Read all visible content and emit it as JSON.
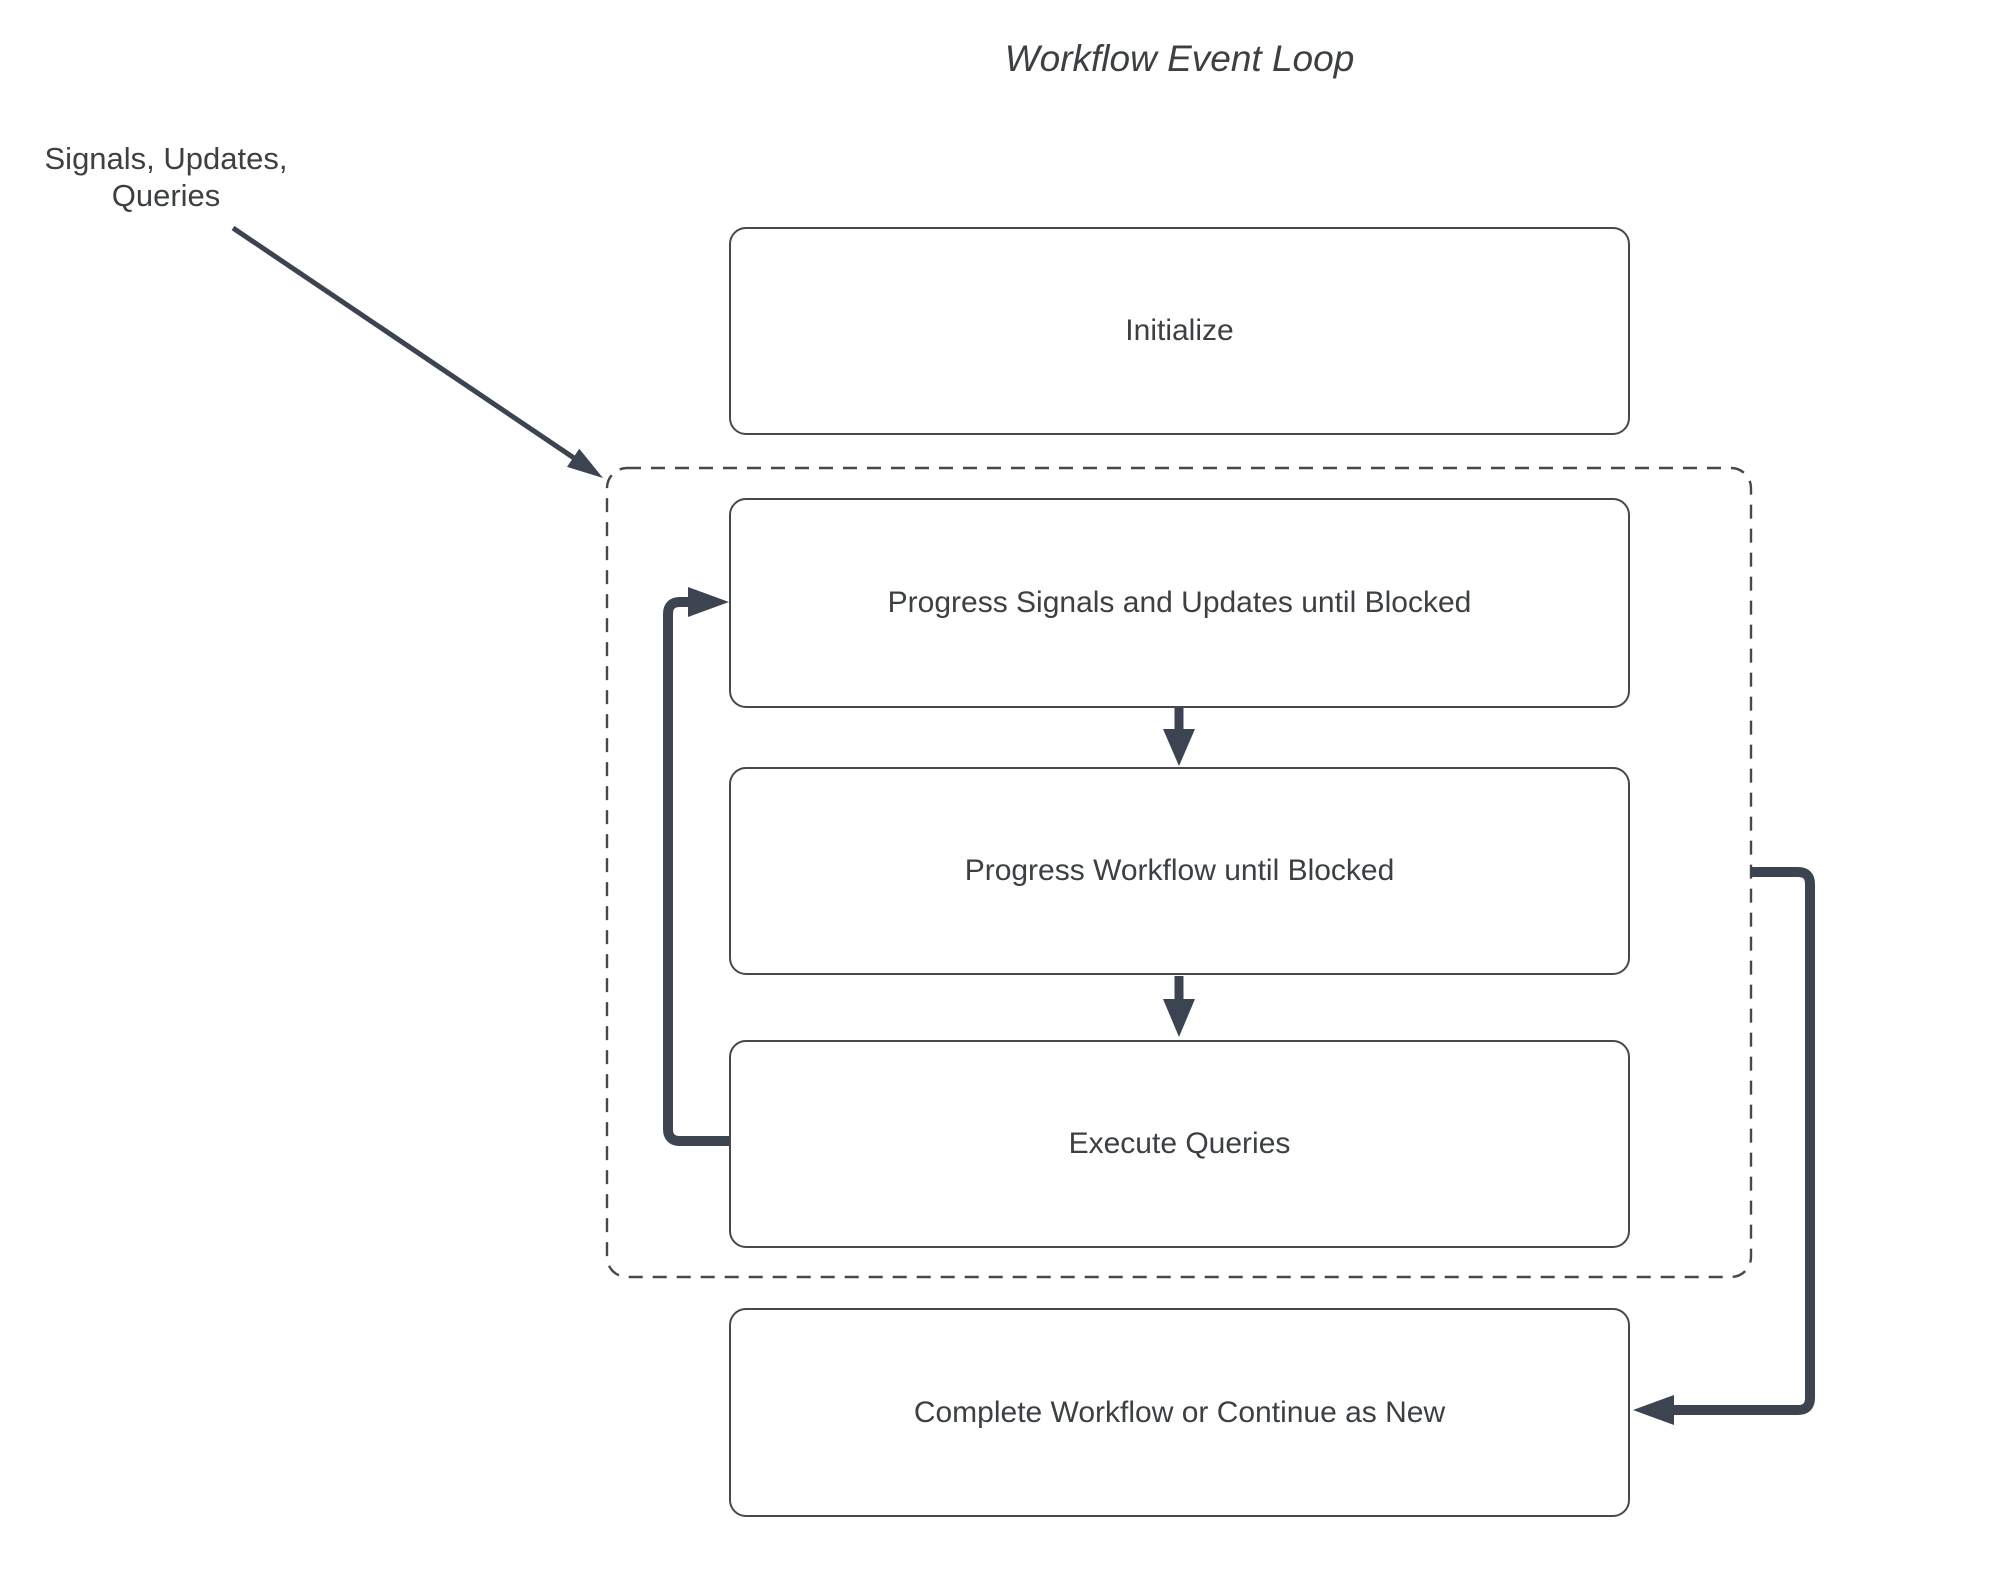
{
  "diagram": {
    "title": "Workflow Event Loop",
    "external_input_label": "Signals, Updates,\nQueries",
    "nodes": [
      {
        "id": "initialize",
        "label": "Initialize"
      },
      {
        "id": "progress-signals",
        "label": "Progress Signals and Updates until Blocked"
      },
      {
        "id": "progress-workflow",
        "label": "Progress Workflow until Blocked"
      },
      {
        "id": "execute-queries",
        "label": "Execute Queries"
      },
      {
        "id": "complete-workflow",
        "label": "Complete Workflow or Continue as New"
      }
    ],
    "container": {
      "style": "dashed",
      "contains": [
        "progress-signals",
        "progress-workflow",
        "execute-queries"
      ]
    },
    "edges": [
      {
        "from": "external-inputs",
        "to": "event-loop-container",
        "style": "thin-diagonal-arrow"
      },
      {
        "from": "progress-signals",
        "to": "progress-workflow",
        "style": "thick-down-arrow"
      },
      {
        "from": "progress-workflow",
        "to": "execute-queries",
        "style": "thick-down-arrow"
      },
      {
        "from": "execute-queries",
        "to": "progress-signals",
        "style": "thick-loop-back-arrow"
      },
      {
        "from": "event-loop-container",
        "to": "complete-workflow",
        "style": "thick-exit-arrow"
      }
    ],
    "colors": {
      "arrow": "#3d4451",
      "node_border": "#46494e",
      "text": "#3c4043",
      "background": "#ffffff"
    }
  }
}
